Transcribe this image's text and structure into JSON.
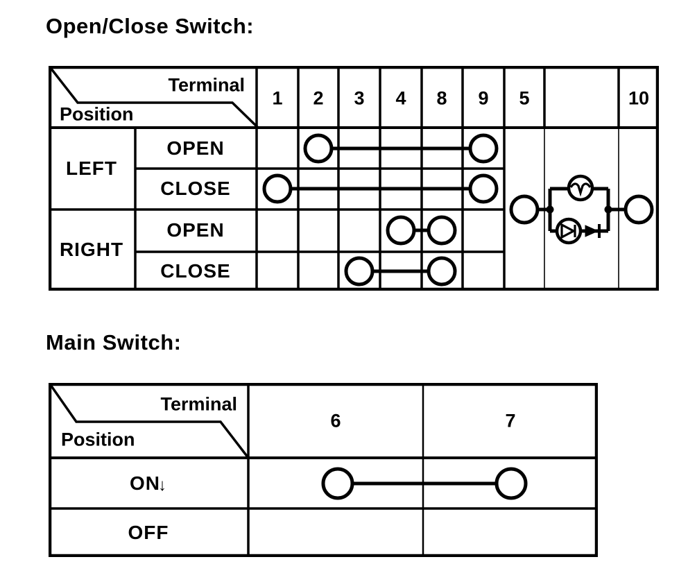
{
  "page": {
    "background": "#ffffff",
    "ink": "#000000",
    "open_close_title": "Open/Close Switch:",
    "main_title": "Main Switch:"
  },
  "open_close_table": {
    "corner": {
      "terminal_label": "Terminal",
      "position_label": "Position"
    },
    "terminal_columns": [
      "1",
      "2",
      "3",
      "4",
      "8",
      "9",
      "5",
      "",
      "10"
    ],
    "position_groups": [
      "LEFT",
      "RIGHT"
    ],
    "rows": [
      {
        "group": "LEFT",
        "position": "OPEN",
        "continuity_between": [
          "2",
          "9"
        ]
      },
      {
        "group": "LEFT",
        "position": "CLOSE",
        "continuity_between": [
          "1",
          "9"
        ]
      },
      {
        "group": "RIGHT",
        "position": "OPEN",
        "continuity_between": [
          "4",
          "8"
        ]
      },
      {
        "group": "RIGHT",
        "position": "CLOSE",
        "continuity_between": [
          "3",
          "8"
        ]
      }
    ],
    "illumination_circuit": {
      "from_terminal": "5",
      "to_terminal": "10",
      "parallel_branches": [
        "illumination-bulb",
        "circled-diode + diode"
      ]
    }
  },
  "main_switch_table": {
    "corner": {
      "terminal_label": "Terminal",
      "position_label": "Position"
    },
    "terminal_columns": [
      "6",
      "7"
    ],
    "rows": [
      {
        "position": "ON",
        "suffix": "↓",
        "continuity_between": [
          "6",
          "7"
        ]
      },
      {
        "position": "OFF",
        "suffix": "",
        "continuity_between": []
      }
    ]
  }
}
